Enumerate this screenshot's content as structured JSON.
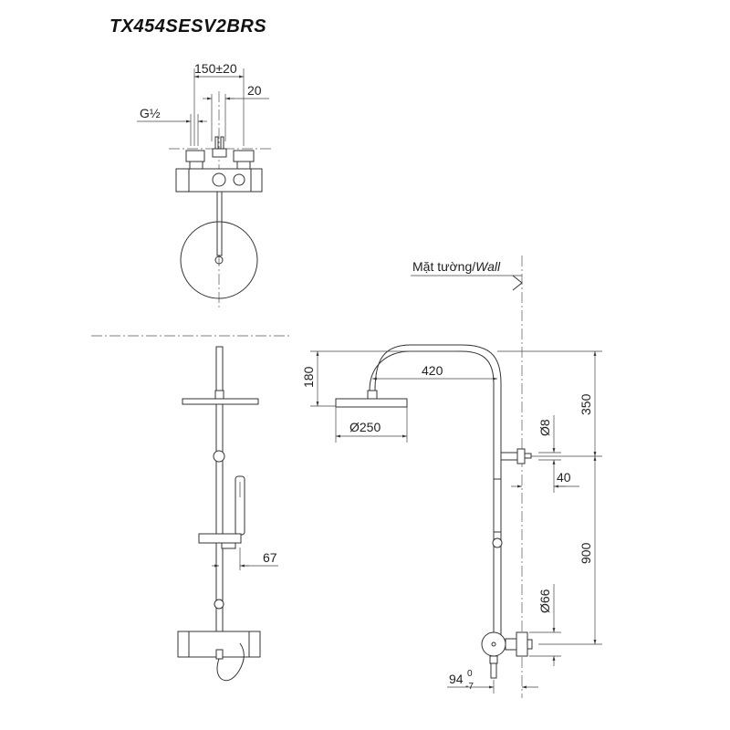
{
  "title": "TX454SESV2BRS",
  "dimensions": {
    "inlet_spacing": "150±20",
    "offset_20": "20",
    "thread": "G½",
    "wall_label": "Mặt tường/",
    "wall_label_italic": "Wall",
    "head_height": "180",
    "arm_length": "420",
    "top_to_bracket": "350",
    "head_diameter": "Ø250",
    "bracket_diameter": "Ø8",
    "bracket_offset": "40",
    "hand_offset": "67",
    "bracket_to_valve": "900",
    "flange_diameter": "Ø66",
    "valve_depth": "94",
    "valve_tol_upper": "0",
    "valve_tol_lower": "-7"
  }
}
